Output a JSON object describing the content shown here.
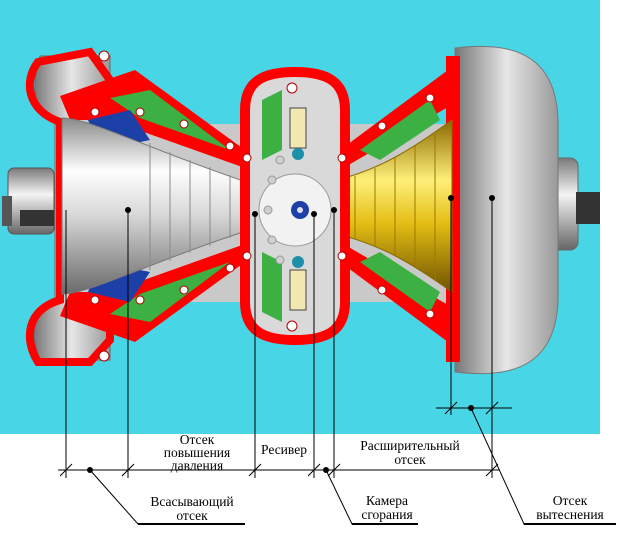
{
  "labels": {
    "compression_l1": "Отсек",
    "compression_l2": "повышения",
    "compression_l3": "давления",
    "receiver": "Ресивер",
    "expansion_l1": "Расширительный",
    "expansion_l2": "отсек",
    "intake_l1": "Всасывающий",
    "intake_l2": "отсек",
    "chamber_l1": "Камера",
    "chamber_l2": "сгорания",
    "displacement_l1": "Отсек",
    "displacement_l2": "вытеснения"
  },
  "colors": {
    "background": "#48d6e6",
    "housing": "#ff0000",
    "cavity_green": "#3cb043",
    "cavity_blue": "#1d3fa8",
    "rotor_left": "#d8d8d8",
    "rotor_right": "#e8c418"
  }
}
